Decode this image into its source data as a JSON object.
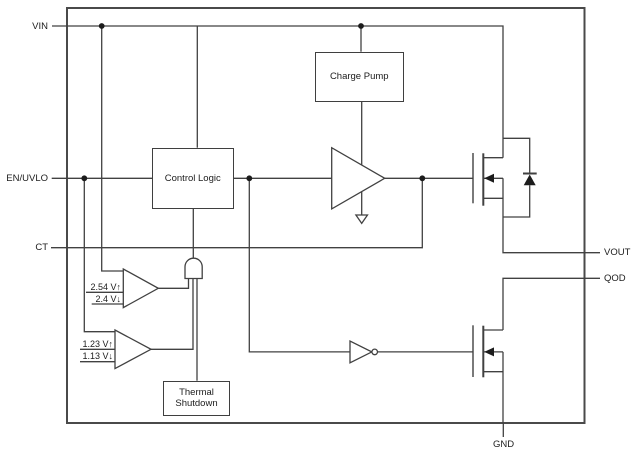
{
  "diagram": {
    "kind": "ic-functional-block-diagram",
    "pins": {
      "vin": "VIN",
      "en_uvlo": "EN/UVLO",
      "ct": "CT",
      "vout": "VOUT",
      "qod": "QOD",
      "gnd": "GND"
    },
    "blocks": {
      "charge_pump": "Charge Pump",
      "control_logic": "Control Logic",
      "thermal_shutdown_line1": "Thermal",
      "thermal_shutdown_line2": "Shutdown"
    },
    "thresholds": {
      "vin_uvlo_rising": "2.54 V",
      "vin_uvlo_rising_arrow": "↑",
      "vin_uvlo_falling": "2.4 V",
      "vin_uvlo_falling_arrow": "↓",
      "en_rising": "1.23 V",
      "en_rising_arrow": "↑",
      "en_falling": "1.13 V",
      "en_falling_arrow": "↓"
    },
    "colors": {
      "wire": "#414141",
      "border": "#4a4a4a",
      "text": "#1c1c1c",
      "fill": "#ffffff"
    }
  }
}
